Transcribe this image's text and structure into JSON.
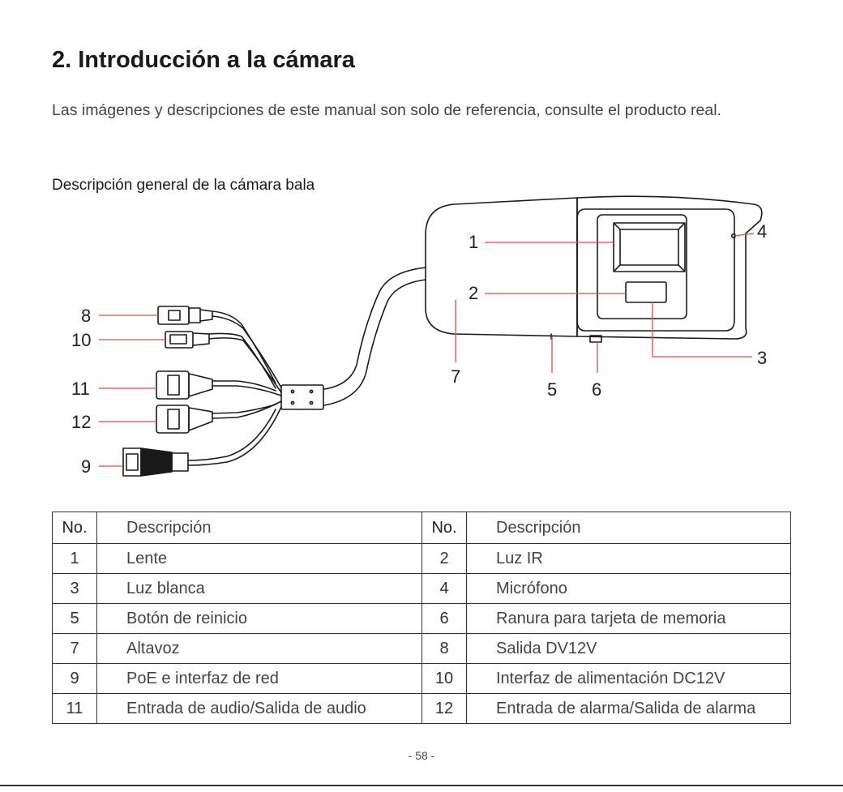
{
  "section": {
    "title": "2. Introducción a la cámara",
    "intro": "Las imágenes y descripciones de este manual son solo de referencia, consulte el producto real.",
    "subtitle": "Descripción general de la cámara bala"
  },
  "diagram": {
    "callouts": [
      "1",
      "2",
      "3",
      "4",
      "5",
      "6",
      "7",
      "8",
      "9",
      "10",
      "11",
      "12"
    ],
    "leader_color": "#e34a4a"
  },
  "table": {
    "headers": [
      "No.",
      "Descripción",
      "No.",
      "Descripción"
    ],
    "rows": [
      [
        "1",
        "Lente",
        "2",
        "Luz IR"
      ],
      [
        "3",
        "Luz blanca",
        "4",
        "Micrófono"
      ],
      [
        "5",
        "Botón de reinicio",
        "6",
        "Ranura para tarjeta de memoria"
      ],
      [
        "7",
        "Altavoz",
        "8",
        "Salida DV12V"
      ],
      [
        "9",
        "PoE e interfaz de red",
        "10",
        "Interfaz de alimentación DC12V"
      ],
      [
        "11",
        "Entrada de audio/Salida de audio",
        "12",
        "Entrada de alarma/Salida de alarma"
      ]
    ]
  },
  "footer": {
    "page": "- 58 -"
  }
}
